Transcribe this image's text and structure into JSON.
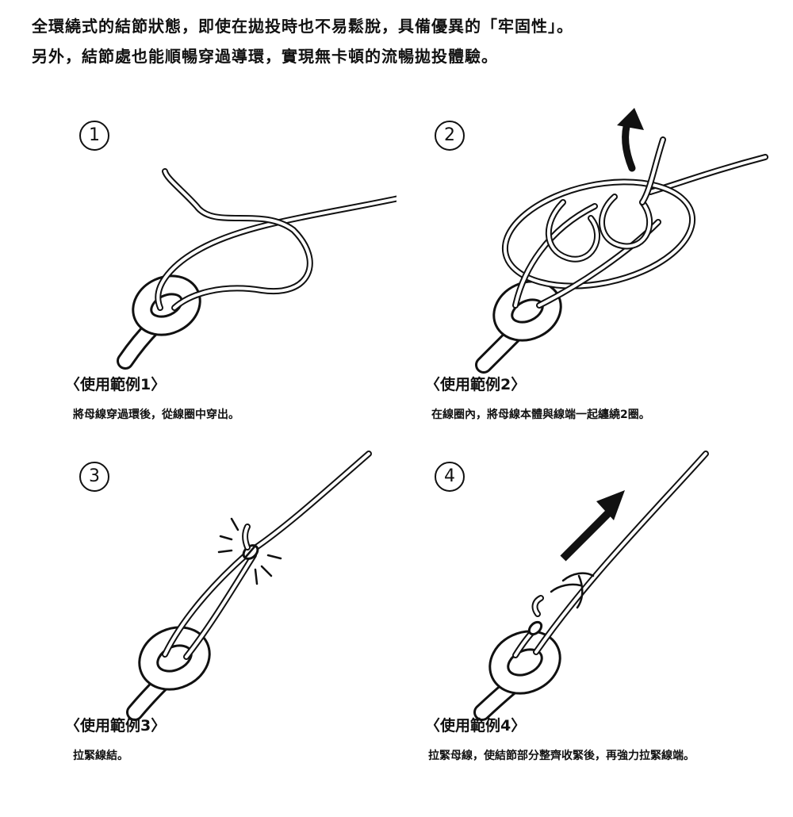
{
  "intro": {
    "line1": "全環繞式的結節狀態，即使在拋投時也不易鬆脫，具備優異的「牢固性」。",
    "line2": "另外，結節處也能順暢穿過導環，實現無卡頓的流暢拋投體驗。"
  },
  "steps": [
    {
      "number": "1",
      "title": "〈使用範例1〉",
      "description": "將母線穿過環後，從線圈中穿出。"
    },
    {
      "number": "2",
      "title": "〈使用範例2〉",
      "description": "在線圈內，將母線本體與線端一起纏繞2圈。"
    },
    {
      "number": "3",
      "title": "〈使用範例3〉",
      "description": "拉緊線結。"
    },
    {
      "number": "4",
      "title": "〈使用範例4〉",
      "description": "拉緊母線，使結節部分整齊收緊後，再強力拉緊線端。"
    }
  ],
  "icons": {
    "step1": [
      "hook-eye-icon",
      "loop-line-icon"
    ],
    "step2": [
      "hook-eye-icon",
      "wrapped-loop-icon",
      "arrow-up-icon"
    ],
    "step3": [
      "hook-eye-icon",
      "tight-knot-icon",
      "burst-lines-icon"
    ],
    "step4": [
      "hook-eye-icon",
      "finished-knot-icon",
      "arrow-pull-icon"
    ]
  }
}
